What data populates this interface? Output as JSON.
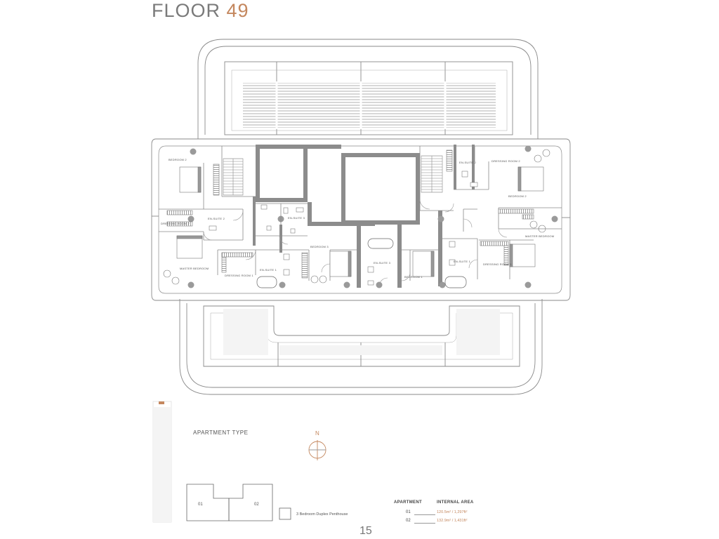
{
  "title": {
    "word": "FLOOR",
    "number": "49"
  },
  "rooms": {
    "bedroom2_left": "BEDROOM 2",
    "dressing_room2_left": "DRESSING ROOM 2",
    "ensuite2_left": "EN-SUITE 2",
    "ensuite3_left": "EN-SUITE 3",
    "master_bedroom_left": "MASTER BEDROOM",
    "dressing_room1_left": "DRESSING ROOM 1",
    "ensuite1_left": "EN-SUITE 1",
    "bedroom3": "BEDROOM 3",
    "ensuite3_center": "EN-SUITE 3",
    "bedroom1": "BEDROOM 1",
    "ensuite1_right": "EN-SUITE 1",
    "dressing_room1_right": "DRESSING ROOM 1",
    "ensuite2_right": "EN-SUITE 2",
    "dressing_room2_right": "DRESSING ROOM 2",
    "bedroom2_right": "BEDROOM 2",
    "master_bedroom_right": "MASTER BEDROOM"
  },
  "compass": {
    "north": "N"
  },
  "apartment_type": {
    "heading": "APARTMENT TYPE",
    "unit_a": "01",
    "unit_b": "02",
    "legend": "3 Bedroom Duplex Penthouse"
  },
  "area_table": {
    "header_apartment": "APARTMENT",
    "header_area": "INTERNAL AREA",
    "rows": [
      {
        "apt": "01",
        "area": "120.5m² / 1,297ft²"
      },
      {
        "apt": "02",
        "area": "132.9m² / 1,431ft²"
      }
    ]
  },
  "page_number": "15",
  "colors": {
    "accent": "#c4875e",
    "line": "#8a8a8a",
    "wall": "#8c8c8c"
  }
}
